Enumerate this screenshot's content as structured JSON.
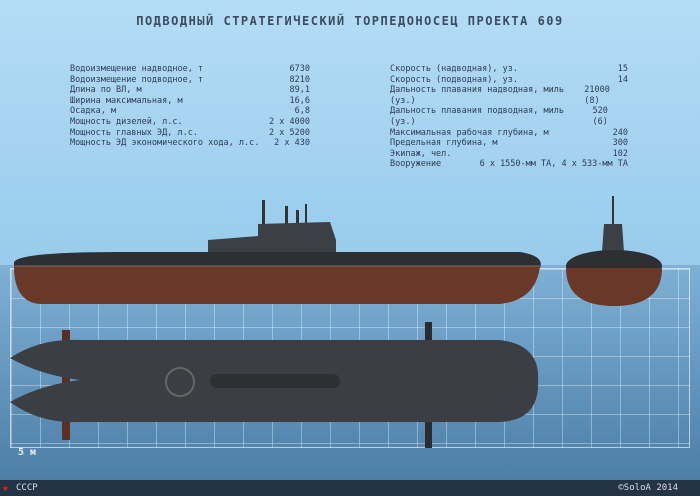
{
  "title": "ПОДВОДНЫЙ СТРАТЕГИЧЕСКИЙ ТОРПЕДОНОСЕЦ ПРОЕКТА 609",
  "specs_left": [
    {
      "label": "Водоизмещение надводное, т",
      "value": "6730"
    },
    {
      "label": "Водоизмещение подводное, т",
      "value": "8210"
    },
    {
      "label": "Длина по ВЛ, м",
      "value": "89,1"
    },
    {
      "label": "Ширина максимальная, м",
      "value": "16,6"
    },
    {
      "label": "Осадка, м",
      "value": "6,8"
    },
    {
      "label": "Мощность дизелей, л.с.",
      "value": "2 x 4000"
    },
    {
      "label": "Мощность главных ЭД, л.с.",
      "value": "2 x 5200"
    },
    {
      "label": "Мощность ЭД экономического хода, л.с.",
      "value": "2 x 430"
    }
  ],
  "specs_right": [
    {
      "label": "Скорость (надводная), уз.",
      "value": "15"
    },
    {
      "label": "Скорость (подводная), уз.",
      "value": "14"
    },
    {
      "label": "Дальность плавания надводная, миль (уз.)",
      "value": "21000 (8)"
    },
    {
      "label": "Дальность плавания подводная, миль (уз.)",
      "value": "520 (6)"
    },
    {
      "label": "Максимальная рабочая глубина, м",
      "value": "240"
    },
    {
      "label": "Предельная глубина, м",
      "value": "300"
    },
    {
      "label": "Экипаж, чел.",
      "value": "102"
    },
    {
      "label": "Вооружение",
      "value": "6 x 1550-мм ТА, 4 x 533-мм ТА"
    }
  ],
  "scale_label": "5 м",
  "footer": {
    "country": "СССР",
    "credit": "©SoloA 2014"
  },
  "colors": {
    "hull_top": "#2b2d30",
    "hull_bottom": "#6a3826",
    "deck": "#3a3d42"
  }
}
